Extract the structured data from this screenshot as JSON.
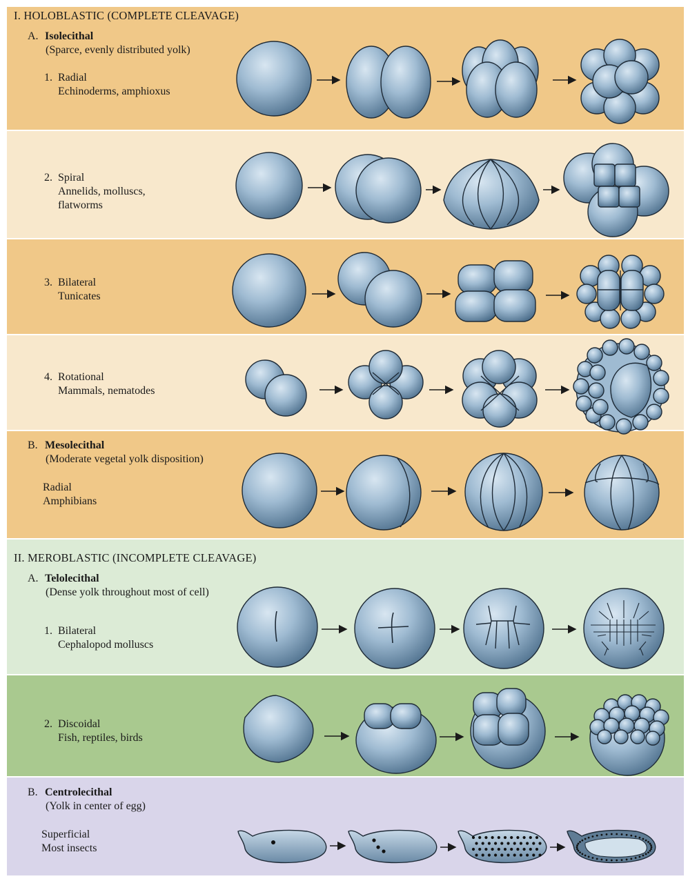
{
  "colors": {
    "holoblastic_dark": "#f0c888",
    "holoblastic_light": "#f8e8cc",
    "meroblastic_light": "#dcebd6",
    "meroblastic_dark": "#a9c98f",
    "centrolecithal": "#d9d5ea",
    "cell_fill": "#86a6c0",
    "cell_outline": "#1e2a36"
  },
  "holoblastic": {
    "heading": "I.  HOLOBLASTIC (COMPLETE CLEAVAGE)",
    "isolecithal": {
      "marker": "A.",
      "name": "Isolecithal",
      "note": "(Sparce, evenly distributed yolk)",
      "radial": {
        "number": "1.",
        "pattern": "Radial",
        "organisms": "Echinoderms, amphioxus"
      },
      "spiral": {
        "number": "2.",
        "pattern": "Spiral",
        "organisms_line1": "Annelids, molluscs,",
        "organisms_line2": "flatworms"
      },
      "bilateral": {
        "number": "3.",
        "pattern": "Bilateral",
        "organisms": "Tunicates"
      },
      "rotational": {
        "number": "4.",
        "pattern": "Rotational",
        "organisms": "Mammals, nematodes"
      }
    },
    "mesolecithal": {
      "marker": "B.",
      "name": "Mesolecithal",
      "note": "(Moderate vegetal yolk disposition)",
      "pattern": "Radial",
      "organisms": "Amphibians"
    }
  },
  "meroblastic": {
    "heading": "II.  MEROBLASTIC (INCOMPLETE CLEAVAGE)",
    "telolecithal": {
      "marker": "A.",
      "name": "Telolecithal",
      "note": "(Dense yolk throughout most of cell)",
      "bilateral": {
        "number": "1.",
        "pattern": "Bilateral",
        "organisms": "Cephalopod molluscs"
      },
      "discoidal": {
        "number": "2.",
        "pattern": "Discoidal",
        "organisms": "Fish, reptiles, birds"
      }
    },
    "centrolecithal": {
      "marker": "B.",
      "name": "Centrolecithal",
      "note": "(Yolk in center of egg)",
      "pattern": "Superficial",
      "organisms": "Most insects"
    }
  }
}
